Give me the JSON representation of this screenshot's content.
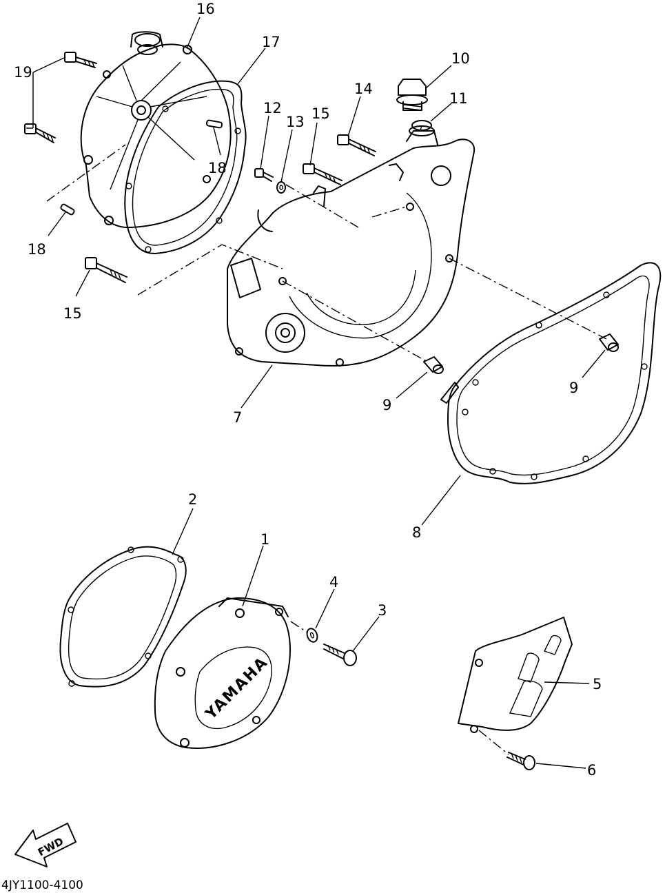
{
  "diagram": {
    "part_callouts": [
      {
        "id": "c1",
        "label": "1"
      },
      {
        "id": "c2",
        "label": "2"
      },
      {
        "id": "c3",
        "label": "3"
      },
      {
        "id": "c4",
        "label": "4"
      },
      {
        "id": "c5",
        "label": "5"
      },
      {
        "id": "c6",
        "label": "6"
      },
      {
        "id": "c7",
        "label": "7"
      },
      {
        "id": "c8",
        "label": "8"
      },
      {
        "id": "c9a",
        "label": "9"
      },
      {
        "id": "c9b",
        "label": "9"
      },
      {
        "id": "c10",
        "label": "10"
      },
      {
        "id": "c11",
        "label": "11"
      },
      {
        "id": "c12",
        "label": "12"
      },
      {
        "id": "c13",
        "label": "13"
      },
      {
        "id": "c14",
        "label": "14"
      },
      {
        "id": "c15a",
        "label": "15"
      },
      {
        "id": "c15b",
        "label": "15"
      },
      {
        "id": "c16",
        "label": "16"
      },
      {
        "id": "c17",
        "label": "17"
      },
      {
        "id": "c18a",
        "label": "18"
      },
      {
        "id": "c18b",
        "label": "18"
      },
      {
        "id": "c19",
        "label": "19"
      }
    ],
    "brand_text": "YAMAHA",
    "direction_arrow_text": "FWD",
    "diagram_code": "4JY1100-4100"
  }
}
